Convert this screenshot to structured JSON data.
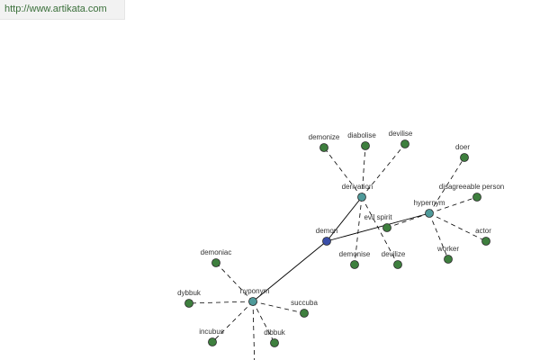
{
  "url": "http://www.artikata.com",
  "colors": {
    "center_node": "#3a4ea8",
    "relation_node": "#4f9a9a",
    "word_node": "#3e7f3e",
    "node_stroke": "#2a2a2a",
    "edge": "#000000"
  },
  "nodes": [
    {
      "id": "demon",
      "label": "demon",
      "kind": "center"
    },
    {
      "id": "derivation",
      "label": "derivation",
      "kind": "relation"
    },
    {
      "id": "hypernym",
      "label": "hypernym",
      "kind": "relation"
    },
    {
      "id": "hyponym",
      "label": "hyponym",
      "kind": "relation"
    },
    {
      "id": "demonize",
      "label": "demonize",
      "kind": "word"
    },
    {
      "id": "diabolise",
      "label": "diabolise",
      "kind": "word"
    },
    {
      "id": "devilise",
      "label": "devilise",
      "kind": "word"
    },
    {
      "id": "demonise",
      "label": "demonise",
      "kind": "word"
    },
    {
      "id": "devilize",
      "label": "devilize",
      "kind": "word"
    },
    {
      "id": "doer",
      "label": "doer",
      "kind": "word"
    },
    {
      "id": "disagreeable-person",
      "label": "disagreeable person",
      "kind": "word"
    },
    {
      "id": "evil-spirit",
      "label": "evil spirit",
      "kind": "word"
    },
    {
      "id": "actor",
      "label": "actor",
      "kind": "word"
    },
    {
      "id": "worker",
      "label": "worker",
      "kind": "word"
    },
    {
      "id": "demoniac",
      "label": "demoniac",
      "kind": "word"
    },
    {
      "id": "dybbuk",
      "label": "dybbuk",
      "kind": "word"
    },
    {
      "id": "succuba",
      "label": "succuba",
      "kind": "word"
    },
    {
      "id": "incubus",
      "label": "incubus",
      "kind": "word"
    },
    {
      "id": "dibbuk",
      "label": "dibbuk",
      "kind": "word"
    },
    {
      "id": "offscreen",
      "label": "",
      "kind": "word"
    }
  ],
  "edges": [
    {
      "from": "demon",
      "to": "derivation",
      "style": "solid"
    },
    {
      "from": "demon",
      "to": "hypernym",
      "style": "solid"
    },
    {
      "from": "demon",
      "to": "hyponym",
      "style": "solid"
    },
    {
      "from": "derivation",
      "to": "demonize",
      "style": "dashed"
    },
    {
      "from": "derivation",
      "to": "diabolise",
      "style": "dashed"
    },
    {
      "from": "derivation",
      "to": "devilise",
      "style": "dashed"
    },
    {
      "from": "derivation",
      "to": "demonise",
      "style": "dashed"
    },
    {
      "from": "derivation",
      "to": "devilize",
      "style": "dashed"
    },
    {
      "from": "hypernym",
      "to": "doer",
      "style": "dashed"
    },
    {
      "from": "hypernym",
      "to": "disagreeable-person",
      "style": "dashed"
    },
    {
      "from": "hypernym",
      "to": "evil-spirit",
      "style": "dashed"
    },
    {
      "from": "hypernym",
      "to": "actor",
      "style": "dashed"
    },
    {
      "from": "hypernym",
      "to": "worker",
      "style": "dashed"
    },
    {
      "from": "hyponym",
      "to": "demoniac",
      "style": "dashed"
    },
    {
      "from": "hyponym",
      "to": "dybbuk",
      "style": "dashed"
    },
    {
      "from": "hyponym",
      "to": "succuba",
      "style": "dashed"
    },
    {
      "from": "hyponym",
      "to": "incubus",
      "style": "dashed"
    },
    {
      "from": "hyponym",
      "to": "dibbuk",
      "style": "dashed"
    },
    {
      "from": "hyponym",
      "to": "offscreen",
      "style": "dashed"
    }
  ]
}
